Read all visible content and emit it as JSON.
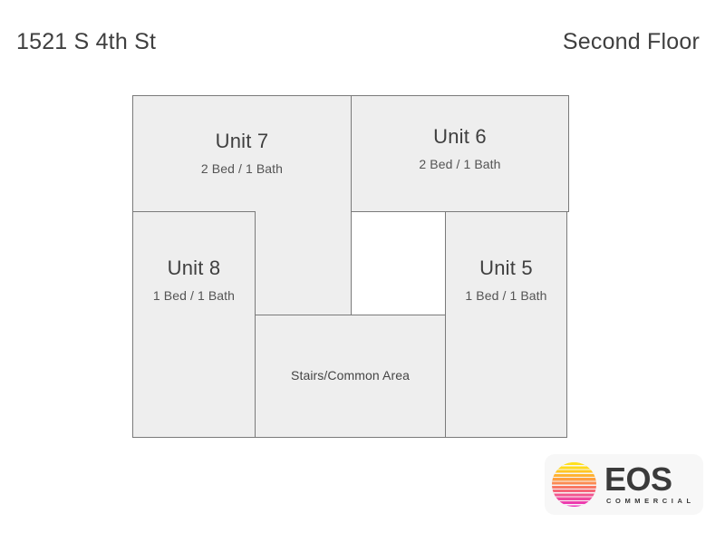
{
  "header": {
    "address": "1521 S 4th St",
    "floor": "Second Floor"
  },
  "floorplan": {
    "rooms": [
      {
        "id": "unit-7",
        "name": "Unit 7",
        "sub": "2 Bed / 1 Bath"
      },
      {
        "id": "unit-6",
        "name": "Unit 6",
        "sub": "2 Bed / 1 Bath"
      },
      {
        "id": "unit-8",
        "name": "Unit 8",
        "sub": "1 Bed / 1 Bath"
      },
      {
        "id": "unit-5",
        "name": "Unit 5",
        "sub": "1 Bed / 1 Bath"
      },
      {
        "id": "common-area",
        "name": "Stairs/Common Area",
        "sub": ""
      }
    ]
  },
  "logo": {
    "wordmark": "EOS",
    "tagline": "COMMERCIAL",
    "icon": "sunrise-icon",
    "colors": {
      "sun_top": "#ffe11f",
      "sun_mid": "#ffa93a",
      "sun_bottom": "#ea2fbe",
      "wordmark": "#3a3a3a"
    }
  },
  "colors": {
    "background": "#ffffff",
    "room_fill": "#eeeeee",
    "room_stroke": "#7a7a7a",
    "text": "#3f3f3f"
  }
}
